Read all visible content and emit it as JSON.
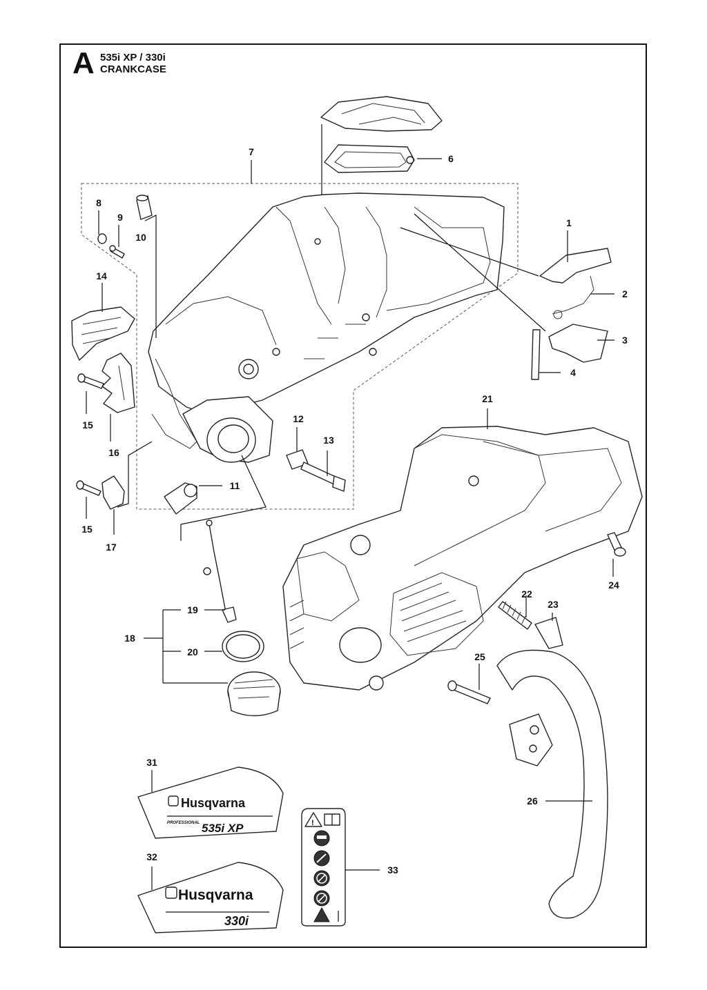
{
  "header": {
    "section_letter": "A",
    "model": "535i XP / 330i",
    "title": "CRANKCASE"
  },
  "callouts": [
    "1",
    "2",
    "3",
    "4",
    "6",
    "7",
    "8",
    "9",
    "10",
    "11",
    "12",
    "13",
    "14",
    "15",
    "15",
    "16",
    "17",
    "18",
    "19",
    "20",
    "21",
    "22",
    "23",
    "24",
    "25",
    "26",
    "31",
    "32",
    "33"
  ],
  "decals": {
    "decal_31_brand": "Husqvarna",
    "decal_31_prefix": "PROFESSIONAL",
    "decal_31_model": "535i XP",
    "decal_32_brand": "Husqvarna",
    "decal_32_model": "330i"
  },
  "icons": [
    "warning-triangle-icon",
    "manual-book-icon",
    "ear-eye-protection-icon",
    "kickback-icon",
    "one-hand-prohibited-icon",
    "no-chain-touch-icon",
    "fire-hazard-icon"
  ]
}
